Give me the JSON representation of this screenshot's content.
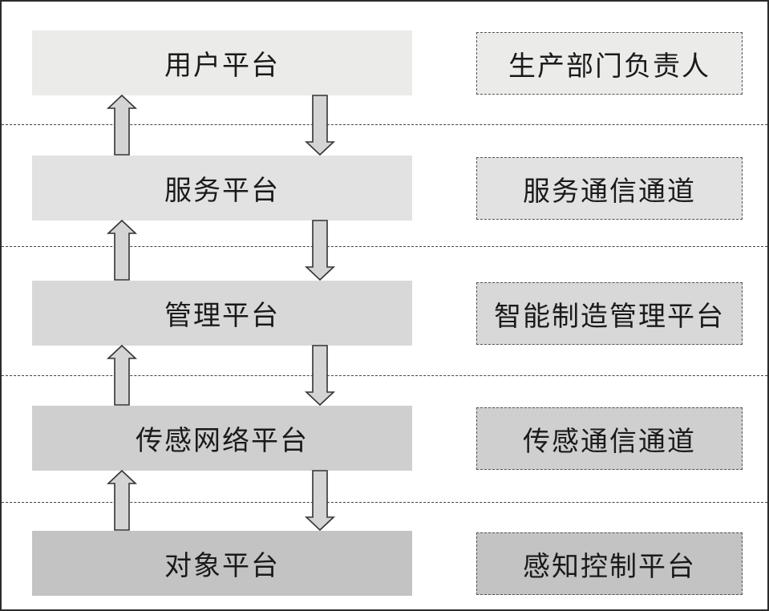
{
  "layers": [
    {
      "label": "用户平台",
      "side_label": "生产部门负责人",
      "fill": "#ebebea",
      "side_fill": "#ebebea"
    },
    {
      "label": "服务平台",
      "side_label": "服务通信通道",
      "fill": "#e2e2e2",
      "side_fill": "#e2e2e2"
    },
    {
      "label": "管理平台",
      "side_label": "智能制造管理平台",
      "fill": "#d8d8d8",
      "side_fill": "#d8d8d8"
    },
    {
      "label": "传感网络平台",
      "side_label": "传感通信通道",
      "fill": "#cfcfcf",
      "side_fill": "#cfcfcf"
    },
    {
      "label": "对象平台",
      "side_label": "感知控制平台",
      "fill": "#c3c3c3",
      "side_fill": "#c3c3c3"
    }
  ],
  "arrow_fill": "#d4d4d4",
  "arrow_stroke": "#333333"
}
